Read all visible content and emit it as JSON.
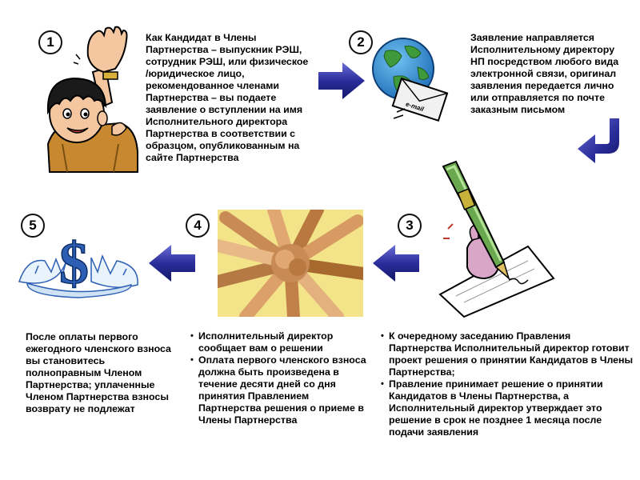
{
  "steps": [
    {
      "number": "1",
      "text": "Как Кандидат в Члены Партнерства – выпускник РЭШ, сотрудник РЭШ, или физическое /юридическое лицо, рекомендованное членами Партнерства – вы подаете заявление о вступлении на имя Исполнительного директора Партнерства в соответствии с образцом, опубликованным на сайте Партнерства"
    },
    {
      "number": "2",
      "text": "Заявление направляется Исполнительному директору НП посредством любого вида электронной связи, оригинал заявления передается лично или отправляется по почте заказным письмом"
    },
    {
      "number": "3",
      "bullets": [
        "К очередному заседанию Правления Партнерства Исполнительный директор готовит проект решения о принятии Кандидатов в Члены Партнерства;",
        "Правление принимает решение о принятии Кандидатов в Члены Партнерства,  а Исполнительный директор утверждает это решение в срок не позднее 1 месяца после подачи заявления"
      ]
    },
    {
      "number": "4",
      "bullets": [
        "Исполнительный директор сообщает вам о решении",
        "Оплата первого членского взноса должна быть произведена в течение десяти дней со дня принятия Правлением Партнерства решения о приеме в Члены Партнерства"
      ]
    },
    {
      "number": "5",
      "text": "После оплаты первого ежегодного членского взноса вы становитесь полноправным Членом Партнерства; уплаченные Членом Партнерства взносы возврату не подлежат"
    }
  ],
  "envelope_label": "e-mail",
  "icons": [
    "person-raising-hand-icon",
    "globe-email-icon",
    "pen-signing-icon",
    "joined-hands-icon",
    "dollar-egg-icon",
    "arrow-right-icon",
    "arrow-left-icon",
    "arrow-curved-icon"
  ],
  "colors": {
    "arrow": "#2a2d9a",
    "dollar": "#2d5fb4",
    "hands_bg": "#f3e48a"
  }
}
